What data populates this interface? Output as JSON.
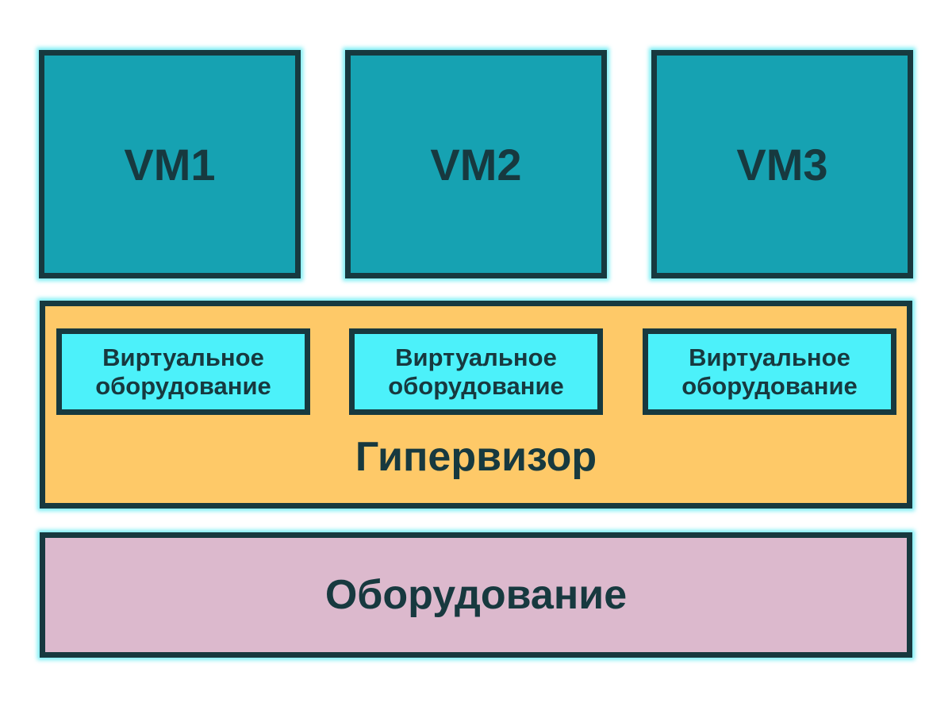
{
  "vms": [
    {
      "label": "VM1"
    },
    {
      "label": "VM2"
    },
    {
      "label": "VM3"
    }
  ],
  "hypervisor": {
    "label": "Гипервизор",
    "virtual_hardware": [
      {
        "line1": "Виртуальное",
        "line2": "оборудование"
      },
      {
        "line1": "Виртуальное",
        "line2": "оборудование"
      },
      {
        "line1": "Виртуальное",
        "line2": "оборудование"
      }
    ]
  },
  "hardware": {
    "label": "Оборудование"
  },
  "colors": {
    "vm_fill": "#16a2b2",
    "virtual_hardware_fill": "#4cf1fa",
    "hypervisor_fill": "#fec968",
    "hardware_fill": "#dcb9cd",
    "border": "#17393f",
    "glow": "#4de8f0"
  }
}
